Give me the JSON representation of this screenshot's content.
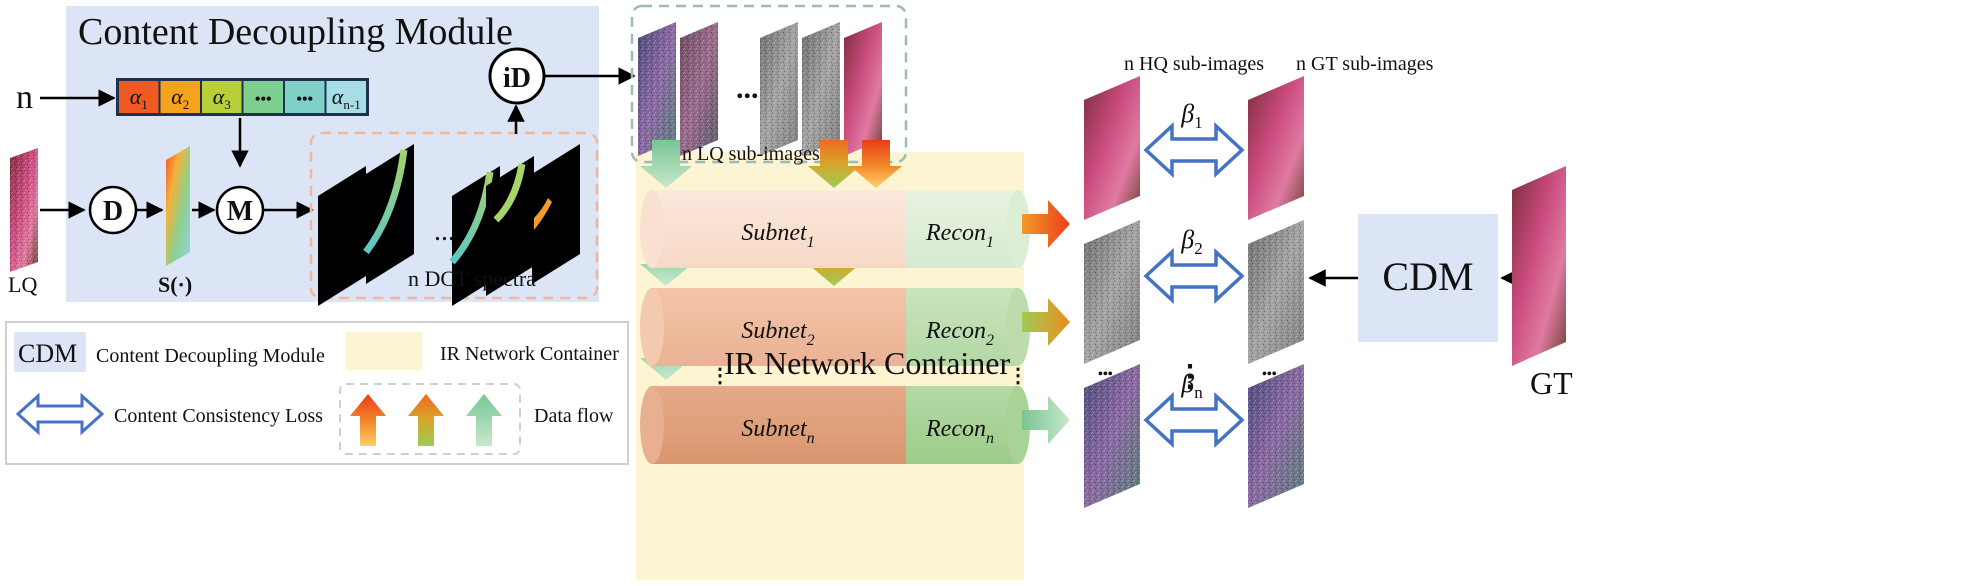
{
  "cdm": {
    "title": "Content Decoupling Module",
    "input_n": "n",
    "alphas": [
      {
        "base": "α",
        "sub": "1"
      },
      {
        "base": "α",
        "sub": "2"
      },
      {
        "base": "α",
        "sub": "3"
      },
      {
        "base": "•••",
        "sub": ""
      },
      {
        "base": "•••",
        "sub": ""
      },
      {
        "base": "α",
        "sub": "n-1"
      }
    ],
    "alpha_colors": [
      "#ee5a22",
      "#f5a21c",
      "#b9cf3a",
      "#7ccf8e",
      "#7fd1c7",
      "#a7dde4"
    ],
    "op_dct": "D",
    "op_mask": "M",
    "op_idct": "iD",
    "lq_label": "LQ",
    "s_label": "S(·)",
    "spectra_label": "n DCT spectra",
    "spectra_ellipsis": "..."
  },
  "lq_subimages": {
    "label": "n LQ sub-images",
    "ellipsis": "..."
  },
  "ir_container": {
    "title": "IR Network Container",
    "vdots": "⋮",
    "subnets": [
      {
        "base": "Subnet",
        "sub": "1",
        "recon_base": "Recon",
        "recon_sub": "1"
      },
      {
        "base": "Subnet",
        "sub": "2",
        "recon_base": "Recon",
        "recon_sub": "2"
      },
      {
        "base": "Subnet",
        "sub": "n",
        "recon_base": "Recon",
        "recon_sub": "n"
      }
    ]
  },
  "outputs": {
    "hq_label": "n HQ sub-images",
    "gt_label": "n GT sub-images",
    "betas": [
      {
        "base": "β",
        "sub": "1"
      },
      {
        "base": "β",
        "sub": "2"
      },
      {
        "base": "β",
        "sub": "n"
      }
    ],
    "vdots": "⋮",
    "mini_ellipsis": "•••",
    "cdm_box": "CDM",
    "gt_image_label": "GT"
  },
  "legend": {
    "cdm_key": "CDM",
    "cdm_text": "Content Decoupling Module",
    "ir_text": "IR Network Container",
    "loss_text": "Content Consistency Loss",
    "flow_text": "Data flow"
  },
  "colors": {
    "cdm_bg": "#dbe5f5",
    "ir_bg": "#fdf4d2",
    "loss_arrow": "#4472c4",
    "dashed_border": "#f0b89a",
    "lq_dashed_border": "#9bbcb8",
    "flow_red": "#ee4e1c",
    "flow_orange": "#e8a224",
    "flow_green": "#8ccfa0"
  }
}
